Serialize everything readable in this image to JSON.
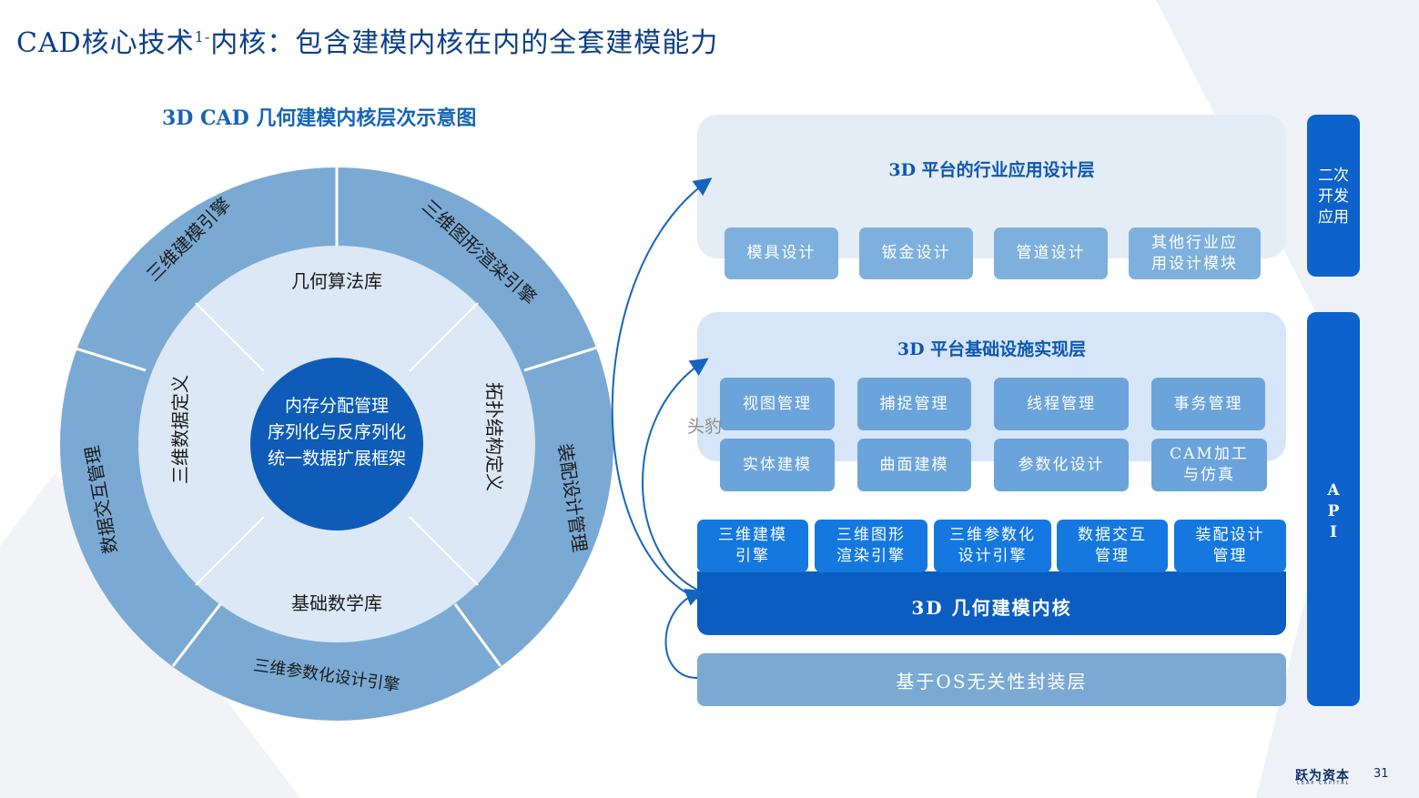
{
  "title": {
    "main": "CAD核心技术",
    "sup": "1-",
    "rest": "内核：包含建模内核在内的全套建模能力"
  },
  "diagram_title": "3D CAD 几何建模内核层次示意图",
  "wheel": {
    "center_lines": [
      "内存分配管理",
      "序列化与反序列化",
      "统一数据扩展框架"
    ],
    "inner": {
      "top": "几何算法库",
      "right": "拓扑结构定义",
      "bottom": "基础数学库",
      "left": "三维数据定义"
    },
    "outer": {
      "upper_left": "三维建模引擎",
      "upper_right": "三维图形渲染引擎",
      "right": "装配设计管理",
      "bottom": "三维参数化设计引擎",
      "left": "数据交互管理"
    },
    "colors": {
      "outer": "#7aaad4",
      "inner": "#dce8f5",
      "center": "#0e5cb8"
    }
  },
  "stack": {
    "app_layer": {
      "title": "3D 平台的行业应用设计层",
      "modules": [
        "模具设计",
        "钣金设计",
        "管道设计",
        "其他行业应用设计模块"
      ]
    },
    "infra_layer": {
      "title": "3D 平台基础设施实现层",
      "row1": [
        "视图管理",
        "捕捉管理",
        "线程管理",
        "事务管理"
      ],
      "row2": [
        "实体建模",
        "曲面建模",
        "参数化设计",
        "CAM加工与仿真"
      ]
    },
    "engines": [
      "三维建模引擎",
      "三维图形渲染引擎",
      "三维参数化设计引擎",
      "数据交互管理",
      "装配设计管理"
    ],
    "kernel": "3D 几何建模内核",
    "os_layer": "基于OS无关性封装层"
  },
  "sidebar": {
    "secondary_dev": "二次开发应用",
    "api": "API"
  },
  "watermark": "头豹",
  "footer": {
    "logo": "跃为资本",
    "logo_sub": "LEAP CAPITAL",
    "page": "31"
  }
}
